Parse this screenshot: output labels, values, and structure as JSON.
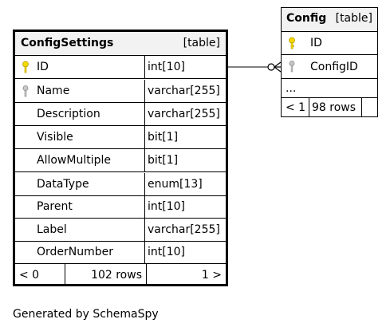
{
  "configsettings": {
    "name": "ConfigSettings",
    "kind": "[table]",
    "columns": [
      {
        "name": "ID",
        "type": "int[10]",
        "key": "primary"
      },
      {
        "name": "Name",
        "type": "varchar[255]",
        "key": "index"
      },
      {
        "name": "Description",
        "type": "varchar[255]",
        "key": ""
      },
      {
        "name": "Visible",
        "type": "bit[1]",
        "key": ""
      },
      {
        "name": "AllowMultiple",
        "type": "bit[1]",
        "key": ""
      },
      {
        "name": "DataType",
        "type": "enum[13]",
        "key": ""
      },
      {
        "name": "Parent",
        "type": "int[10]",
        "key": ""
      },
      {
        "name": "Label",
        "type": "varchar[255]",
        "key": ""
      },
      {
        "name": "OrderNumber",
        "type": "int[10]",
        "key": ""
      }
    ],
    "footer": {
      "left": "< 0",
      "rows": "102 rows",
      "right": "1 >"
    }
  },
  "config": {
    "name": "Config",
    "kind": "[table]",
    "columns": [
      {
        "name": "ID",
        "key": "primary"
      },
      {
        "name": "ConfigID",
        "key": "index"
      }
    ],
    "more": "...",
    "footer": {
      "left": "< 1",
      "rows": "98 rows"
    }
  },
  "generated_by": "Generated by SchemaSpy",
  "colors": {
    "primary_key": "#f5d800",
    "index_key": "#b0b0b0",
    "header_bg": "#f2f2f2"
  }
}
